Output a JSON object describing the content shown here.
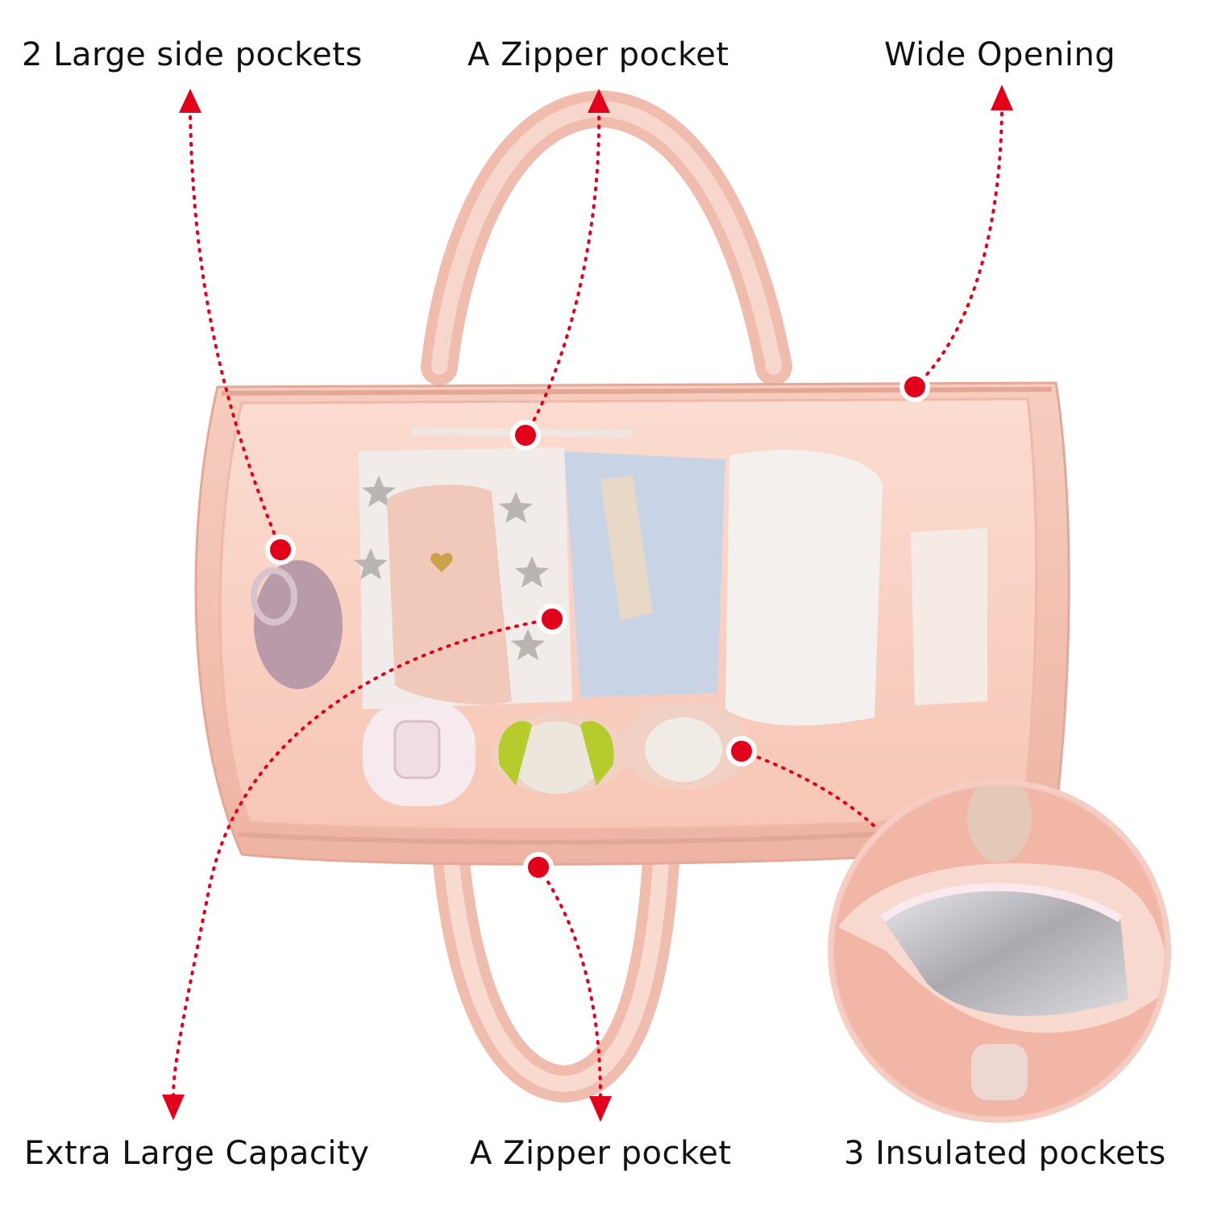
{
  "callouts": {
    "top_left": "2 Large side pockets",
    "top_center": "A Zipper pocket",
    "top_right": "Wide Opening",
    "bottom_left": "Extra Large Capacity",
    "bottom_center": "A Zipper pocket",
    "bottom_right": "3 Insulated pockets"
  },
  "colors": {
    "background": "#ffffff",
    "bag_pink": "#f2bfb0",
    "bag_lining": "#f9d5c8",
    "accent_red": "#e3001b",
    "insulated_silver": "#c9c9cc"
  }
}
